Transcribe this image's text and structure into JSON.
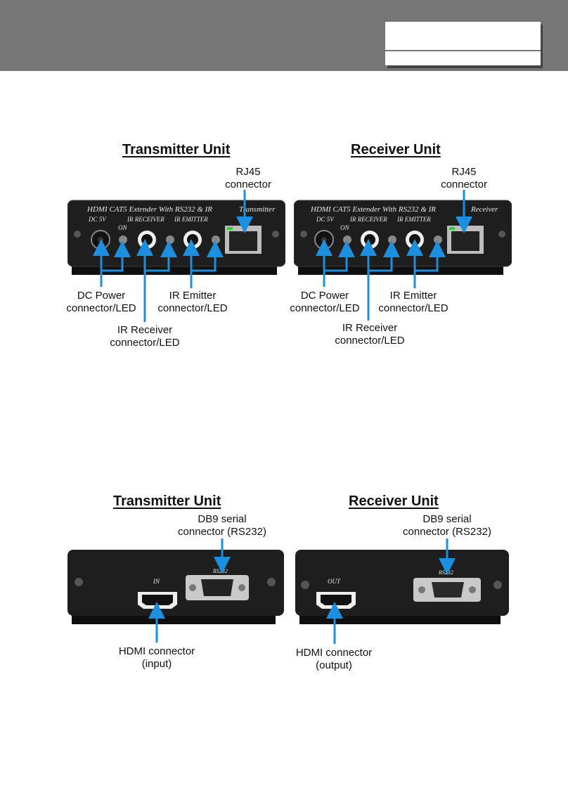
{
  "header": {},
  "section1": {
    "left": {
      "title": "Transmitter Unit",
      "panel_text": "HDMI CAT5 Extender With RS232 & IR",
      "panel_side": "Transmitter",
      "dc_label": "DC 5V",
      "on_label": "ON",
      "irr_label": "IR RECEIVER",
      "ire_label": "IR EMITTER",
      "rj45": [
        "RJ45",
        "connector"
      ],
      "dc_power": [
        "DC Power",
        "connector/LED"
      ],
      "ir_emitter": [
        "IR Emitter",
        "connector/LED"
      ],
      "ir_receiver": [
        "IR Receiver",
        "connector/LED"
      ]
    },
    "right": {
      "title": "Receiver Unit",
      "panel_text": "HDMI CAT5 Extender With RS232 & IR",
      "panel_side": "Receiver",
      "dc_label": "DC 5V",
      "on_label": "ON",
      "irr_label": "IR RECEIVER",
      "ire_label": "IR EMITTER",
      "rj45": [
        "RJ45",
        "connector"
      ],
      "dc_power": [
        "DC Power",
        "connector/LED"
      ],
      "ir_emitter": [
        "IR Emitter",
        "connector/LED"
      ],
      "ir_receiver": [
        "IR Receiver",
        "connector/LED"
      ]
    }
  },
  "section2": {
    "left": {
      "title": "Transmitter Unit",
      "port_label": "IN",
      "rs_label": "RS232",
      "db9": [
        "DB9 serial",
        "connector (RS232)"
      ],
      "hdmi": [
        "HDMI connector",
        "(input)"
      ]
    },
    "right": {
      "title": "Receiver Unit",
      "port_label": "OUT",
      "rs_label": "RS232",
      "db9": [
        "DB9 serial",
        "connector (RS232)"
      ],
      "hdmi": [
        "HDMI connector",
        "(output)"
      ]
    }
  },
  "colors": {
    "header": "#767676",
    "arrow": "#1b8fe0",
    "device": "#1c1c1c",
    "device_text": "#e8e8e8"
  }
}
